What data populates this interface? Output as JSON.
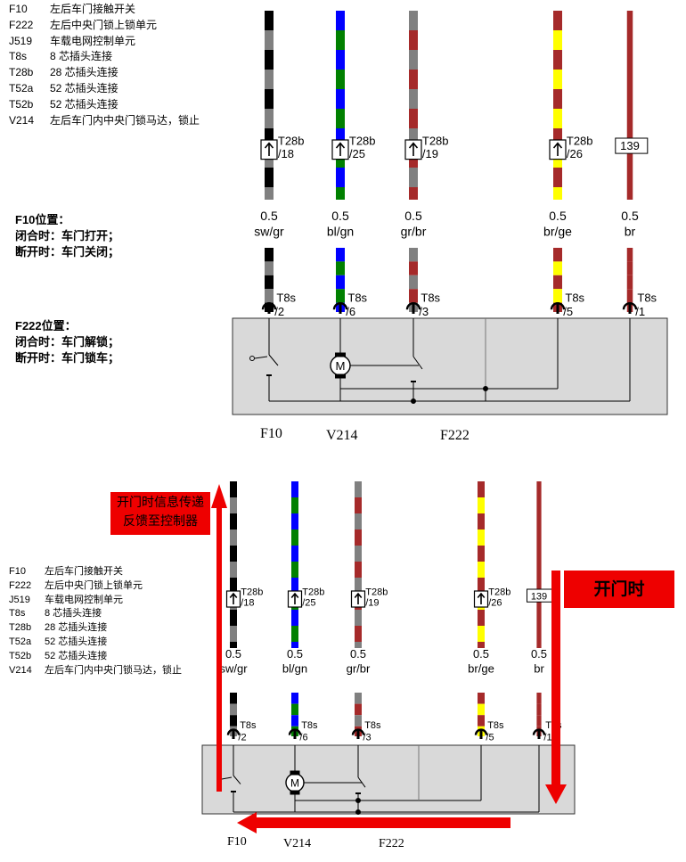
{
  "legend": [
    {
      "code": "F10",
      "desc": "左后车门接触开关"
    },
    {
      "code": "F222",
      "desc": "左后中央门锁上锁单元"
    },
    {
      "code": "J519",
      "desc": "车载电网控制单元"
    },
    {
      "code": "T8s",
      "desc": "8 芯插头连接"
    },
    {
      "code": "T28b",
      "desc": "28 芯插头连接"
    },
    {
      "code": "T52a",
      "desc": "52 芯插头连接"
    },
    {
      "code": "T52b",
      "desc": "52 芯插头连接"
    },
    {
      "code": "V214",
      "desc": "左后车门内中央门锁马达，锁止"
    }
  ],
  "notes": {
    "f10_title": "F10位置：",
    "f10_closed": "闭合时：车门打开；",
    "f10_open": "断开时：车门关闭；",
    "f222_title": "F222位置：",
    "f222_closed": "闭合时：车门解锁；",
    "f222_open": "断开时：车门锁车；"
  },
  "wires": [
    {
      "id": "w1",
      "top_conn": "T28b",
      "top_pin": "/18",
      "gauge": "0.5",
      "color_code": "sw/gr",
      "bottom_conn": "T8s",
      "bottom_pin": "/2",
      "colors": [
        "#000000",
        "#808080"
      ]
    },
    {
      "id": "w2",
      "top_conn": "T28b",
      "top_pin": "/25",
      "gauge": "0.5",
      "color_code": "bl/gn",
      "bottom_conn": "T8s",
      "bottom_pin": "/6",
      "colors": [
        "#0000ff",
        "#008000"
      ]
    },
    {
      "id": "w3",
      "top_conn": "T28b",
      "top_pin": "/19",
      "gauge": "0.5",
      "color_code": "gr/br",
      "bottom_conn": "T8s",
      "bottom_pin": "/3",
      "colors": [
        "#808080",
        "#a52a2a"
      ]
    },
    {
      "id": "w4",
      "top_conn": "T28b",
      "top_pin": "/26",
      "gauge": "0.5",
      "color_code": "br/ge",
      "bottom_conn": "T8s",
      "bottom_pin": "/5",
      "colors": [
        "#a52a2a",
        "#ffff00"
      ]
    },
    {
      "id": "w5",
      "top_conn": "139",
      "top_pin": "",
      "gauge": "0.5",
      "color_code": "br",
      "bottom_conn": "T8s",
      "bottom_pin": "/1",
      "colors": [
        "#a52a2a",
        "#a52a2a"
      ]
    }
  ],
  "components": {
    "f10": "F10",
    "v214": "V214",
    "f222": "F222",
    "motor": "M"
  },
  "callouts": {
    "feedback_line1": "开门时信息传递",
    "feedback_line2": "反馈至控制器",
    "door_open": "开门时"
  },
  "colors": {
    "arrow": "#ee0000",
    "housing": "#d9d9d9"
  }
}
